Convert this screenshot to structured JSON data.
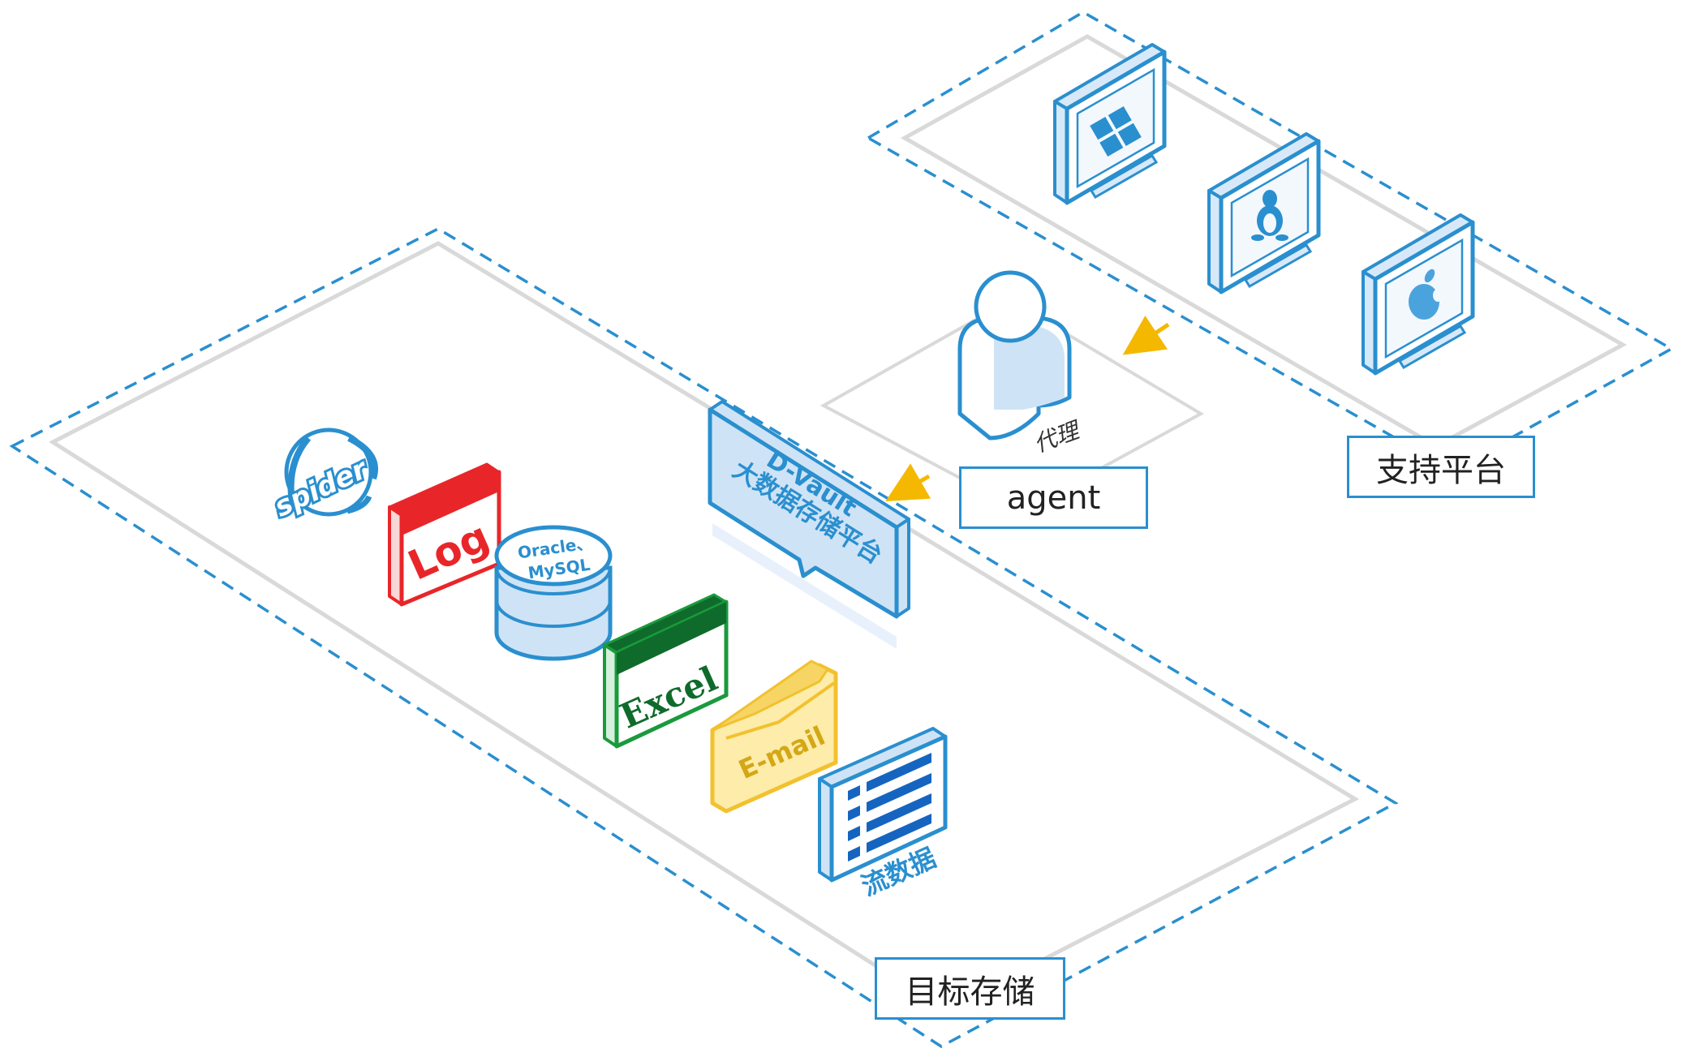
{
  "zones": {
    "support_platform_label": "支持平台",
    "target_storage_label": "目标存储",
    "agent_label": "agent"
  },
  "agent": {
    "caption": "代理"
  },
  "dvault": {
    "line1": "D-Vault",
    "line2": "大数据存储平台"
  },
  "sources": {
    "spider": "spider",
    "log": "Log",
    "db_line1": "Oracle、",
    "db_line2": "MySQL",
    "excel": "Excel",
    "email": "E-mail",
    "stream": "流数据"
  },
  "platforms": {
    "windows_icon": "windows-logo-icon",
    "linux_icon": "linux-penguin-icon",
    "apple_icon": "apple-logo-icon"
  },
  "colors": {
    "blue": "#2a8fcf",
    "light_blue": "#cfe3f6",
    "red": "#e8262a",
    "green": "#1a9a3c",
    "dark_green": "#0f6b2b",
    "yellow": "#f2c12e",
    "arrow": "#f5b800",
    "platform_border": "#d9d9d9"
  }
}
